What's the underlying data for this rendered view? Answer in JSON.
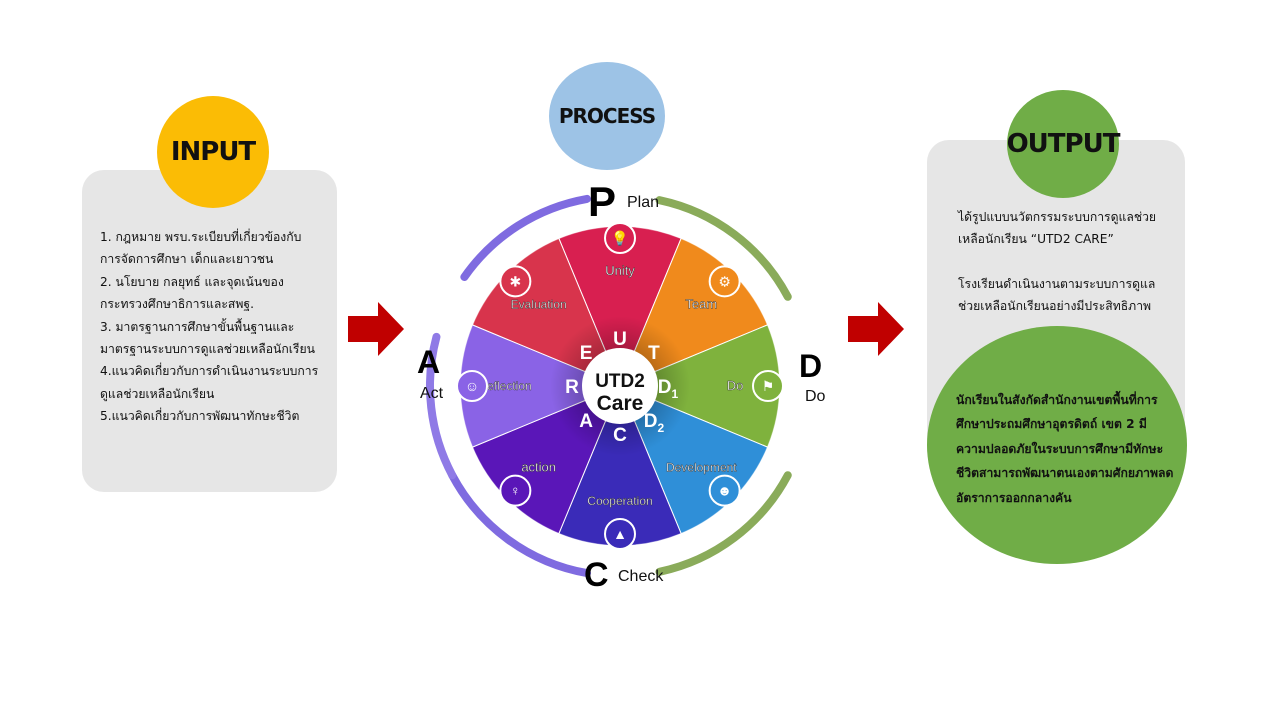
{
  "input": {
    "title": "INPUT",
    "items": [
      "1. กฎหมาย พรบ.ระเบียบที่เกี่ยวข้องกับการจัดการศึกษา เด็กและเยาวชน",
      "2. นโยบาย กลยุทธ์ และจุดเน้นของกระทรวงศึกษาธิการและสพฐ.",
      "3. มาตรฐานการศึกษาขั้นพื้นฐานและมาตรฐานระบบการดูแลช่วยเหลือนักเรียน",
      "4.แนวคิดเกี่ยวกับการดำเนินงานระบบการดูแลช่วยเหลือนักเรียน",
      "5.แนวคิดเกี่ยวกับการพัฒนาทักษะชีวิต"
    ]
  },
  "process": {
    "title": "PROCESS",
    "center_line1": "UTD2",
    "center_line2": "Care",
    "pdca": {
      "p_letter": "P",
      "p_word": "Plan",
      "d_letter": "D",
      "d_word": "Do",
      "c_letter": "C",
      "c_word": "Check",
      "a_letter": "A",
      "a_word": "Act"
    },
    "segments": [
      {
        "label": "Unity",
        "letter": "U",
        "color": "#d81f50",
        "icon": "lightbulb-icon"
      },
      {
        "label": "Team",
        "letter": "T",
        "color": "#f08a1c",
        "icon": "gears-icon"
      },
      {
        "label": "Do",
        "letter": "D",
        "sub": "1",
        "color": "#7fb23d",
        "icon": "presenter-icon"
      },
      {
        "label": "Development",
        "letter": "D",
        "sub": "2",
        "color": "#2f8fd8",
        "icon": "meeting-icon"
      },
      {
        "label": "Cooperation",
        "letter": "C",
        "color": "#3a2bb8",
        "icon": "growth-chart-icon"
      },
      {
        "label": "action",
        "letter": "A",
        "color": "#5a16b8",
        "icon": "person-raise-icon"
      },
      {
        "label": "Reflection",
        "letter": "R",
        "color": "#8a63e6",
        "icon": "people-icon"
      },
      {
        "label": "Evaluation",
        "letter": "E",
        "color": "#d8344c",
        "icon": "gear-icon"
      }
    ]
  },
  "output": {
    "title": "OUTPUT",
    "text1": "ได้รูปแบบนวัตกรรมระบบการดูแลช่วยเหลือนักเรียน “UTD2 CARE”",
    "text2": "โรงเรียนดำเนินงานตามระบบการดูแลช่วยเหลือนักเรียนอย่างมีประสิทธิภาพ",
    "result": "นักเรียนในสังกัดสำนักงานเขตพื้นที่การศึกษาประถมศึกษาอุตรดิตถ์ เขต 2 มีความปลอดภัยในระบบการศึกษามีทักษะชีวิตสามารถพัฒนาตนเองตามศักยภาพลดอัตราการออกกลางคัน"
  },
  "colors": {
    "input_circle": "#fbbc05",
    "process_circle": "#9dc3e6",
    "output_circle": "#70ad47",
    "arrow": "#c00000",
    "panel": "#e6e6e6"
  }
}
